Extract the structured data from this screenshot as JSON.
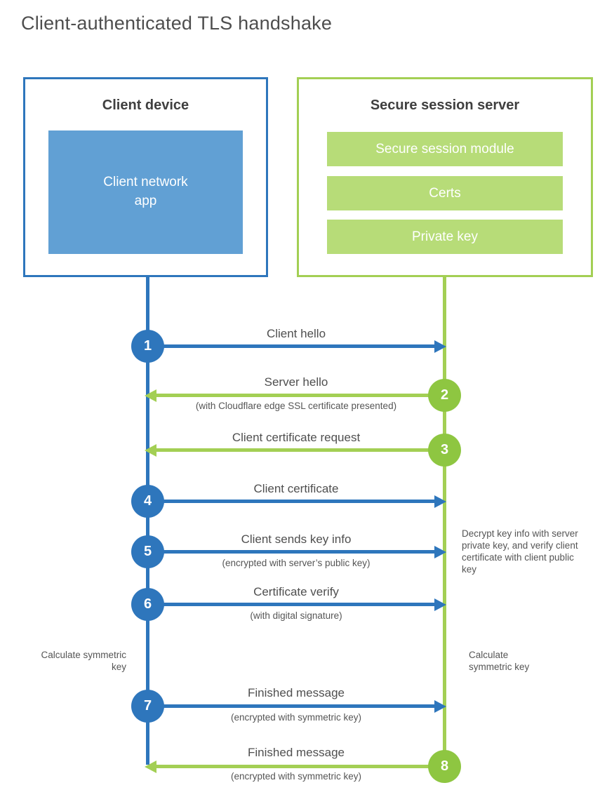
{
  "title": "Client-authenticated TLS handshake",
  "client_box": {
    "title": "Client device",
    "app_lines": [
      "Client network",
      "app"
    ]
  },
  "server_box": {
    "title": "Secure session server",
    "modules": [
      "Secure session module",
      "Certs",
      "Private key"
    ]
  },
  "steps": [
    {
      "num": "1",
      "from": "client",
      "to": "server",
      "direction": "right",
      "label": "Client hello"
    },
    {
      "num": "2",
      "from": "server",
      "to": "client",
      "direction": "left",
      "label": "Server hello",
      "sublabel": "(with Cloudflare edge SSL certificate presented)"
    },
    {
      "num": "3",
      "from": "server",
      "to": "client",
      "direction": "left",
      "label": "Client certificate request"
    },
    {
      "num": "4",
      "from": "client",
      "to": "server",
      "direction": "right",
      "label": "Client certificate"
    },
    {
      "num": "5",
      "from": "client",
      "to": "server",
      "direction": "right",
      "label": "Client sends key info",
      "sublabel": "(encrypted with server’s public key)"
    },
    {
      "num": "6",
      "from": "client",
      "to": "server",
      "direction": "right",
      "label": "Certificate verify",
      "sublabel": "(with digital signature)"
    },
    {
      "num": "7",
      "from": "client",
      "to": "server",
      "direction": "right",
      "label": "Finished message",
      "sublabel": "(encrypted with symmetric key)"
    },
    {
      "num": "8",
      "from": "server",
      "to": "client",
      "direction": "left",
      "label": "Finished message",
      "sublabel": "(encrypted with symmetric key)"
    }
  ],
  "annotations": {
    "decrypt_note": "Decrypt key info with server private key, and verify client certificate with client public key",
    "calculate_left": "Calculate symmetric key",
    "calculate_right": "Calculate symmetric key"
  },
  "colors": {
    "blue": "#2E76BC",
    "blue_light": "#61A0D4",
    "green": "#A3CF54",
    "green_dark": "#8EC641",
    "green_light": "#B7DC78",
    "heading": "#3F3F3F",
    "text": "#4F4F4F"
  }
}
